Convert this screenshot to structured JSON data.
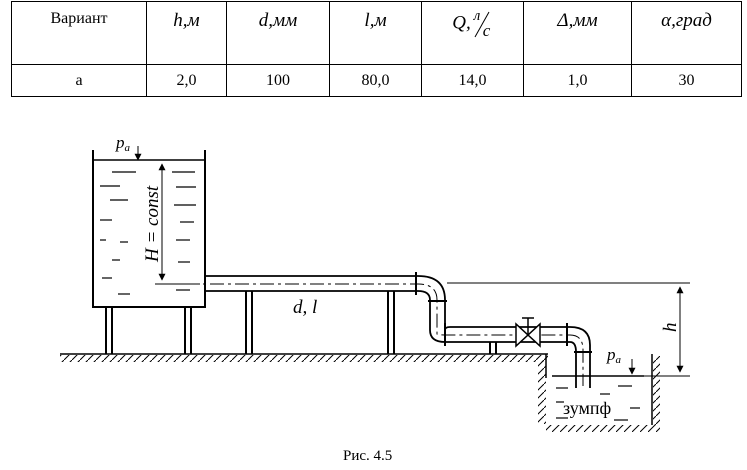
{
  "table": {
    "headers": [
      {
        "id": "variant",
        "text": "Вариант"
      },
      {
        "id": "h",
        "text": "h,м"
      },
      {
        "id": "d",
        "text": "d,мм"
      },
      {
        "id": "l",
        "text": "l,м"
      },
      {
        "id": "q",
        "sym": "Q,",
        "num": "л",
        "den": "с"
      },
      {
        "id": "delta",
        "text": "Δ,мм"
      },
      {
        "id": "alpha",
        "text": "α,град"
      }
    ],
    "row": [
      "а",
      "2,0",
      "100",
      "80,0",
      "14,0",
      "1,0",
      "30"
    ]
  },
  "diagram": {
    "pa_top": {
      "base": "p",
      "sub": "a"
    },
    "pa_right": {
      "base": "p",
      "sub": "a"
    },
    "H_label": "H = const",
    "dl_label": "d,  l",
    "h_label": "h",
    "sump_label": "зумпф"
  },
  "caption": "Рис. 4.5"
}
